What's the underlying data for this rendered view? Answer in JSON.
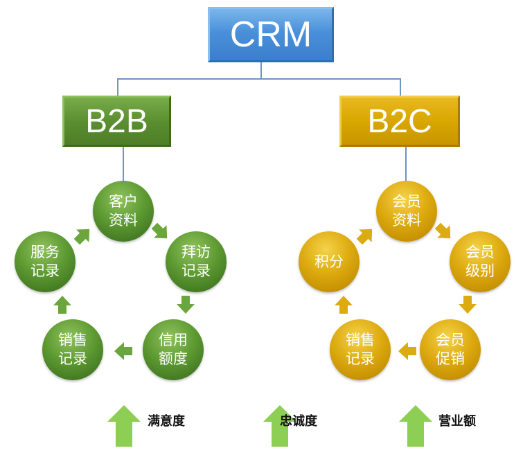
{
  "root": {
    "label": "CRM",
    "color": "#4a90d9"
  },
  "branches": [
    {
      "label": "B2B",
      "color": "#5b8f30",
      "cycle": [
        {
          "lines": [
            "客户",
            "资料"
          ]
        },
        {
          "lines": [
            "拜访",
            "记录"
          ]
        },
        {
          "lines": [
            "信用",
            "额度"
          ]
        },
        {
          "lines": [
            "销售",
            "记录"
          ]
        },
        {
          "lines": [
            "服务",
            "记录"
          ]
        }
      ]
    },
    {
      "label": "B2C",
      "color": "#d9a700",
      "cycle": [
        {
          "lines": [
            "会员",
            "资料"
          ]
        },
        {
          "lines": [
            "会员",
            "级别"
          ]
        },
        {
          "lines": [
            "会员",
            "促销"
          ]
        },
        {
          "lines": [
            "销售",
            "记录"
          ]
        },
        {
          "lines": [
            "积分"
          ]
        }
      ]
    }
  ],
  "outcomes": [
    {
      "label": "满意度",
      "icon": "up-arrow-icon"
    },
    {
      "label": "忠诚度",
      "icon": "up-arrow-icon"
    },
    {
      "label": "营业额",
      "icon": "up-arrow-icon"
    }
  ],
  "outcome_arrow_color": "#8dce55"
}
